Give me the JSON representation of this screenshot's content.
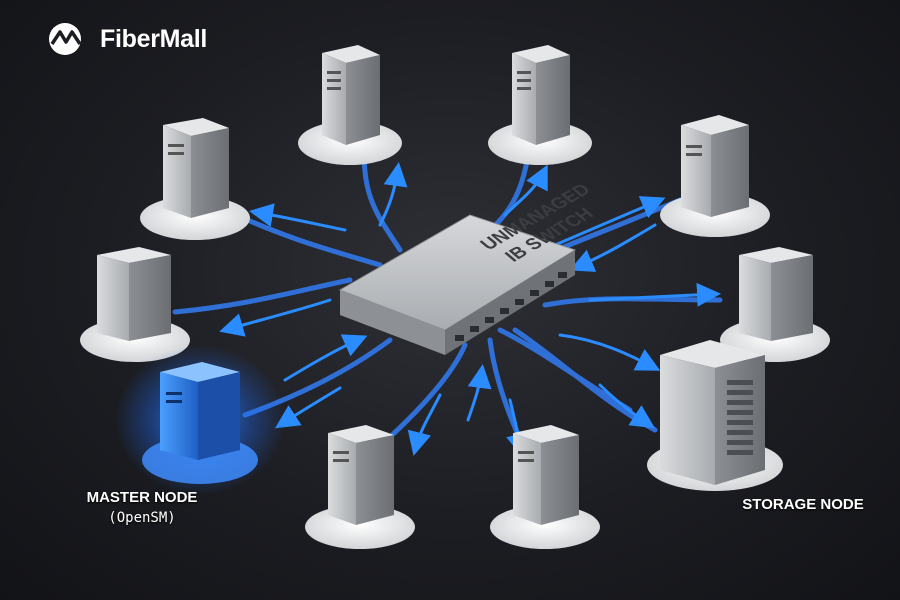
{
  "brand": {
    "name": "FiberMall",
    "logo_icon": "fibermall-logo-icon"
  },
  "diagram": {
    "switch_label_line1": "UNMANAGED",
    "switch_label_line2": "IB SWITCH",
    "master_node_label": "MASTER NODE",
    "master_node_sublabel": "(OpenSM)",
    "storage_node_label": "STORAGE NODE",
    "node_count": 10
  },
  "colors": {
    "background": "#1c1d22",
    "cable_blue": "#2f6fd6",
    "arrow_blue": "#2a8cff",
    "master_node_glow": "#1e7bff",
    "server_gray": "#c9cbce",
    "switch_gray": "#b9bcc0"
  }
}
